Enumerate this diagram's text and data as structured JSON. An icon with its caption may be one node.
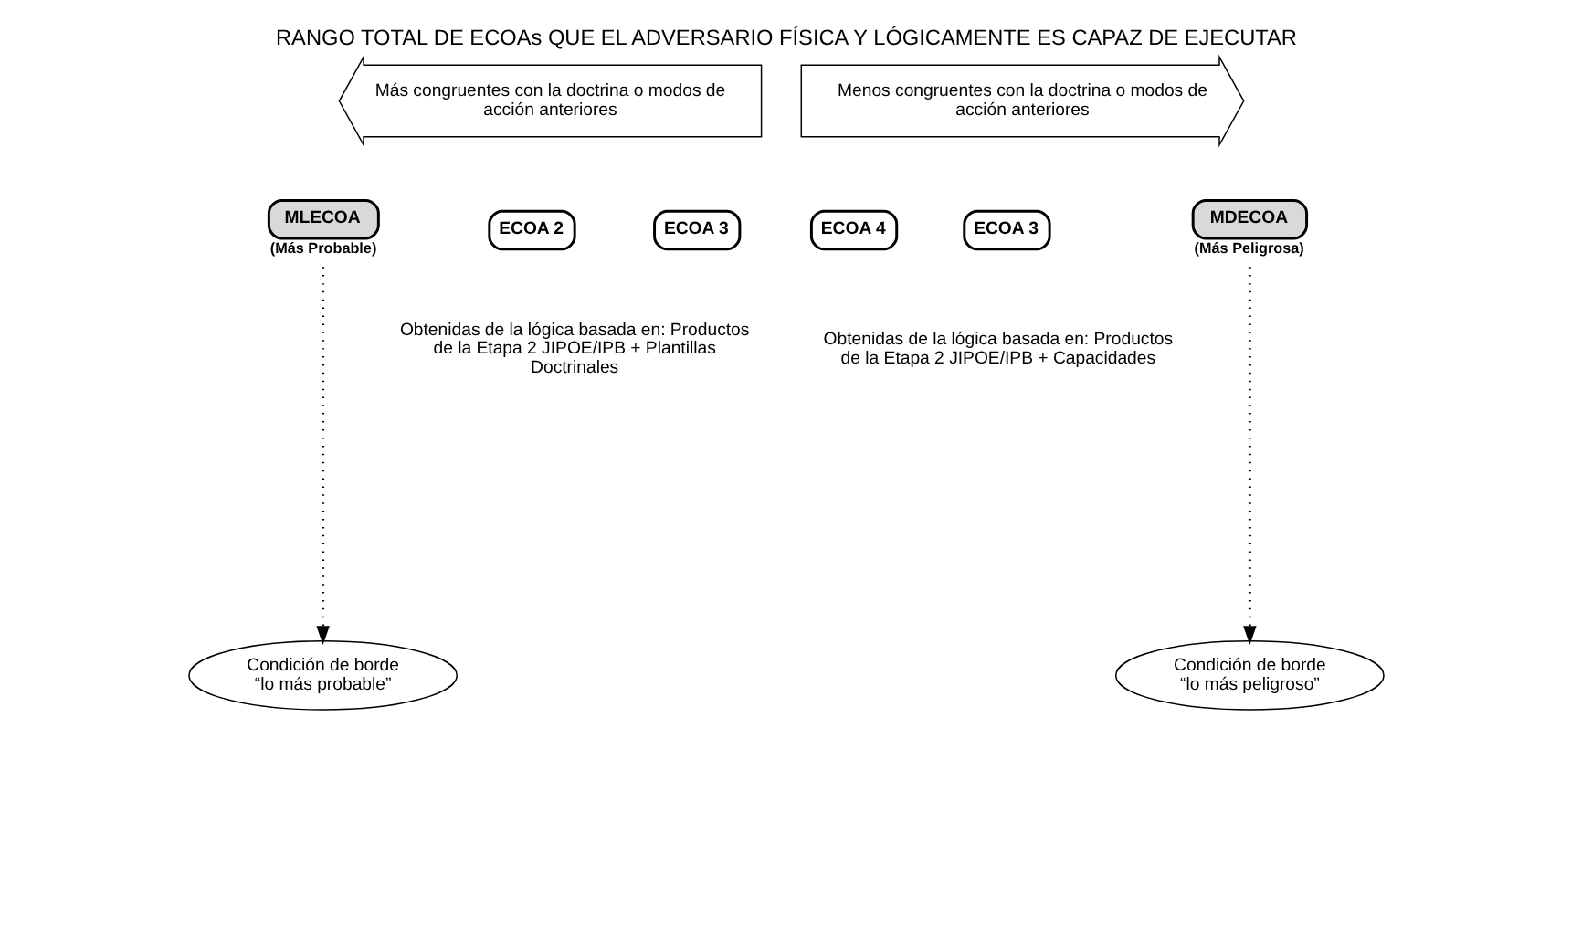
{
  "diagram": {
    "title": "RANGO TOTAL DE ECOAs QUE EL ADVERSARIO FÍSICA Y LÓGICAMENTE ES CAPAZ DE EJECUTAR",
    "nodes": [
      {
        "text": [
          "Más congruentes con la doctrina o modos de acción anteriores"
        ]
      },
      {
        "text": [
          "Menos congruentes con la doctrina o modos de acción anteriores"
        ]
      },
      {
        "text": [
          "MLECOA"
        ],
        "beside": [
          "(Más Probable)"
        ]
      },
      {
        "text": [
          "ECOA 2"
        ]
      },
      {
        "text": [
          "ECOA 3"
        ]
      },
      {
        "text": [
          "ECOA 4"
        ]
      },
      {
        "text": [
          "ECOA 3"
        ]
      },
      {
        "text": [
          "MDECOA"
        ],
        "beside": [
          "(Más Peligrosa)"
        ]
      },
      {
        "text": [
          "Condición de borde “lo más probable”"
        ]
      },
      {
        "text": [
          "Condición de borde “lo más peligroso”"
        ]
      }
    ],
    "edges": [
      {
        "from": 2,
        "to": 8,
        "arrow": "to",
        "style": "dashed"
      },
      {
        "from": 7,
        "to": 9,
        "arrow": "to",
        "style": "dashed"
      }
    ],
    "labels": [
      "Obtenidas de la lógica basada en: Productos de la Etapa 2 JIPOE/IPB + Plantillas Doctrinales",
      "Obtenidas de la lógica basada en: Productos de la Etapa 2 JIPOE/IPB + Capacidades"
    ]
  }
}
